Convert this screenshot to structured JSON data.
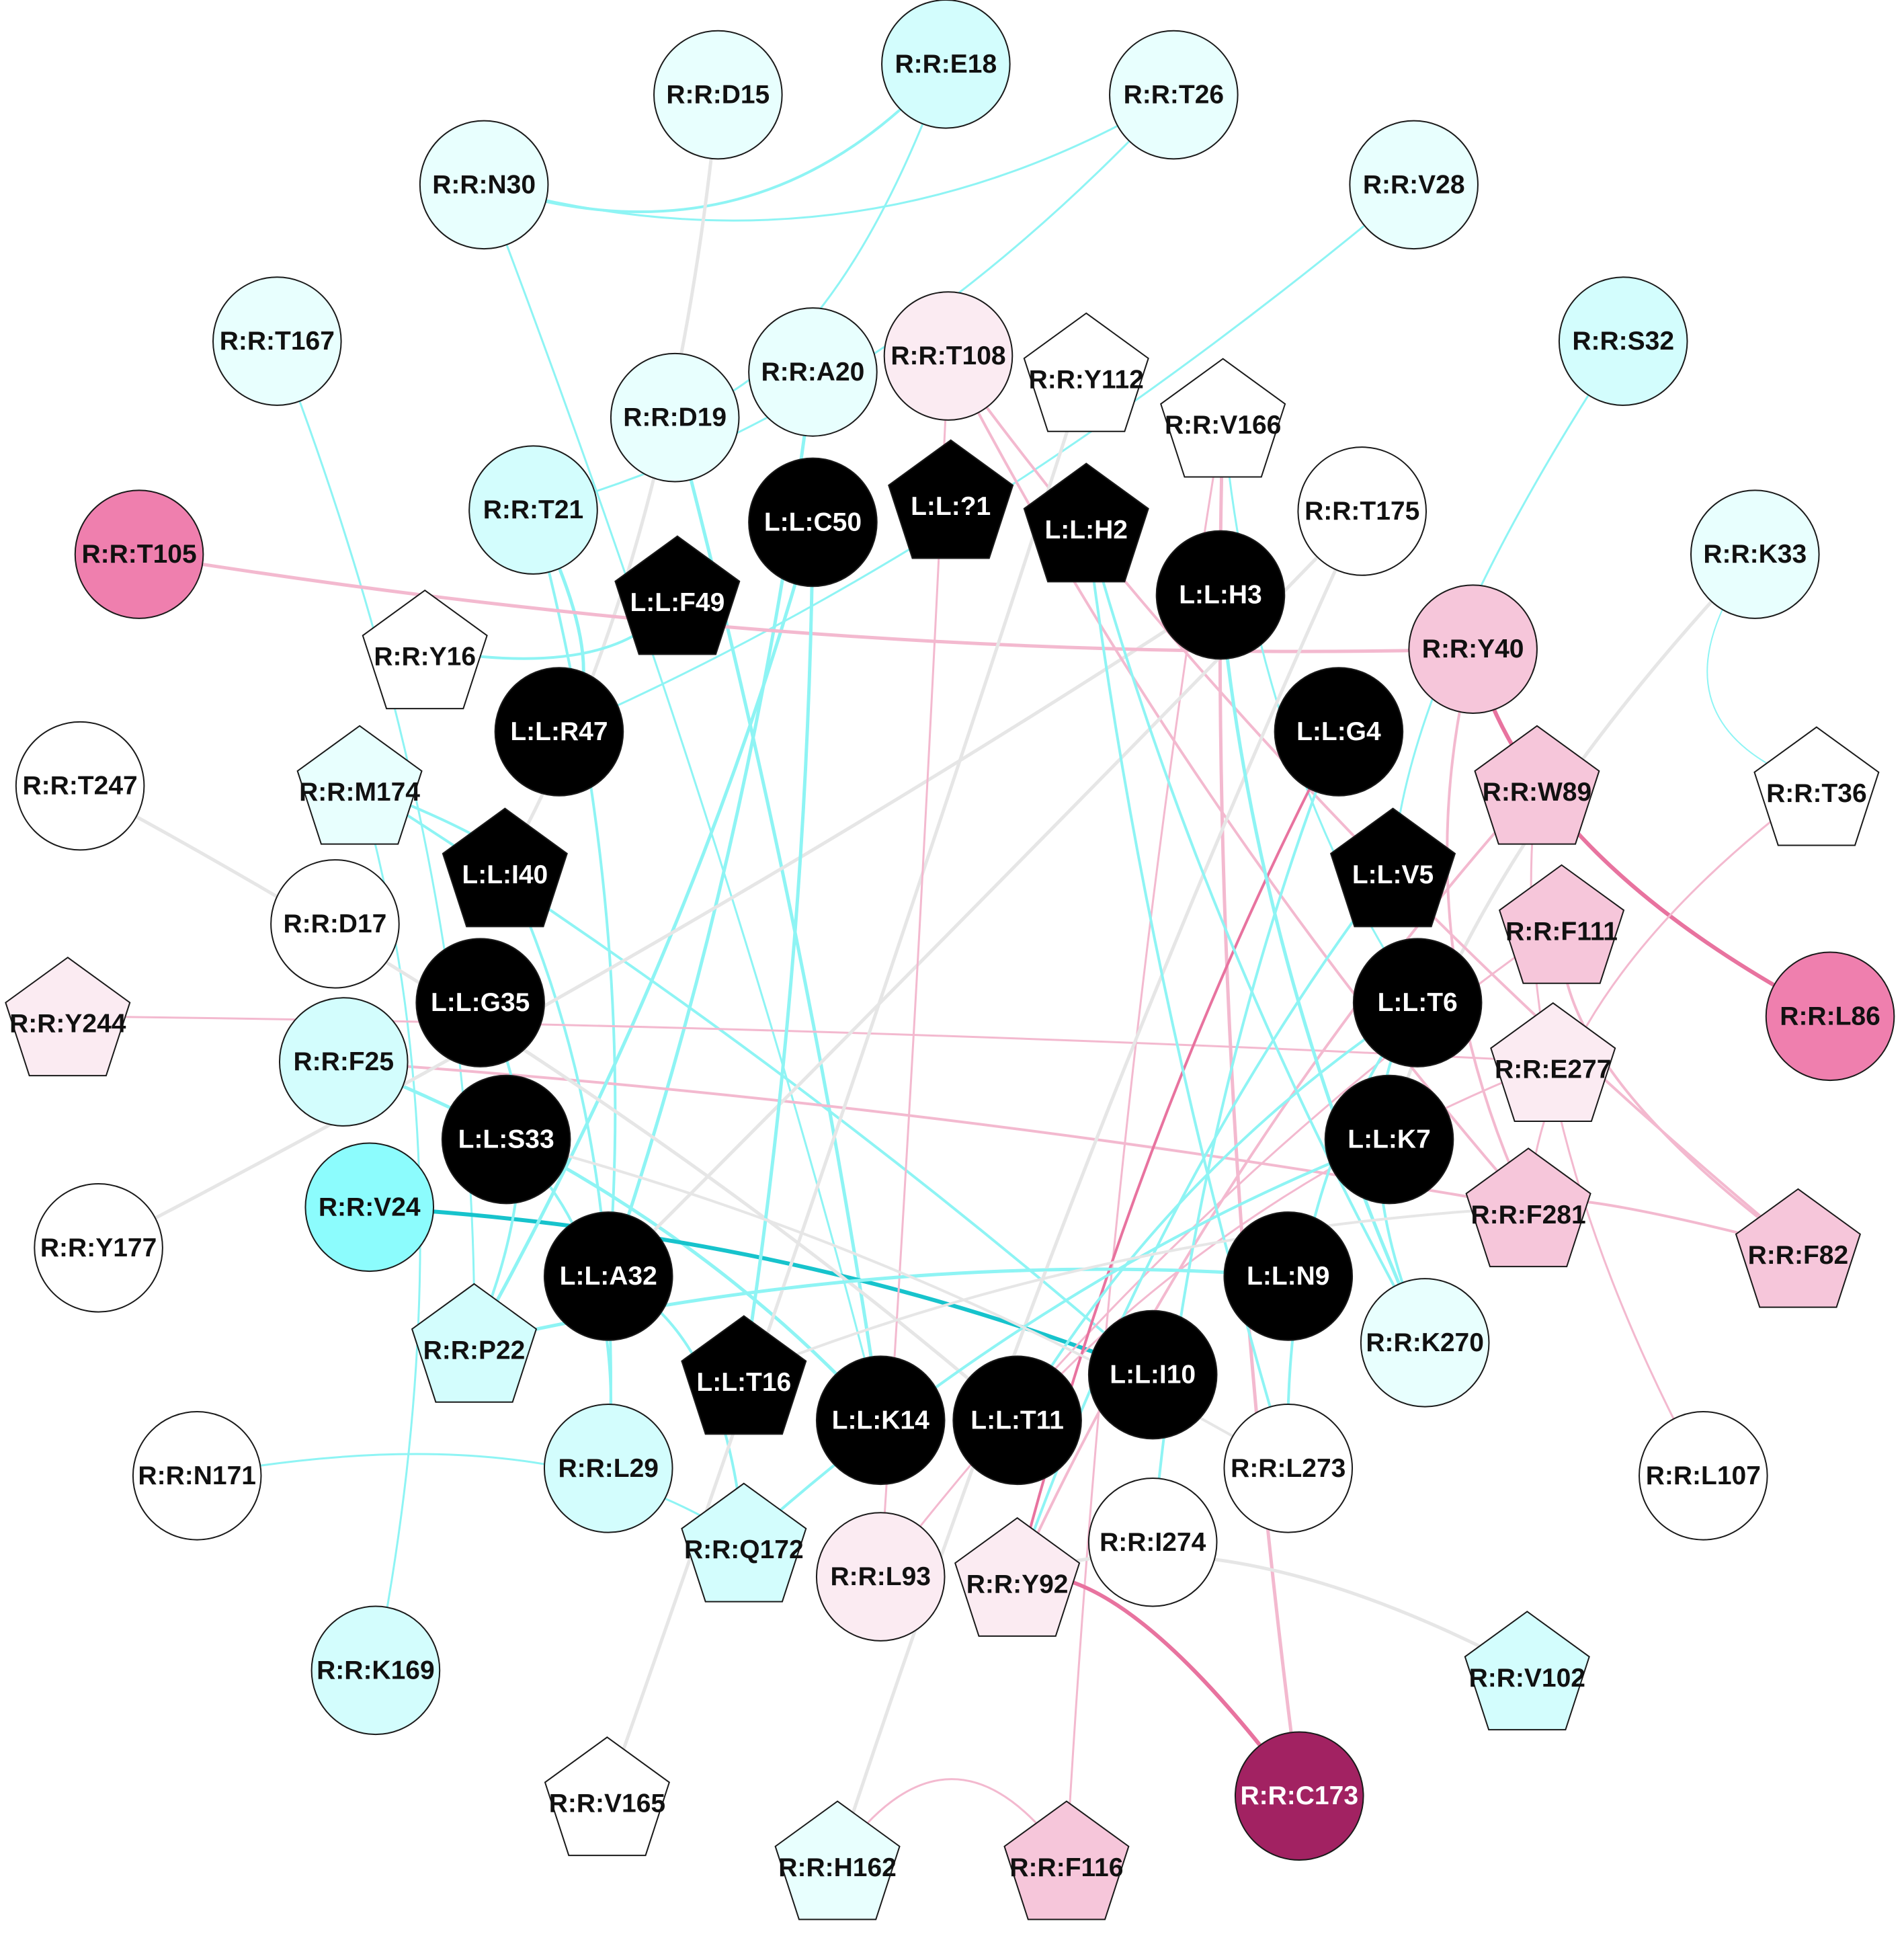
{
  "colors": {
    "ligand": "#000000",
    "ligand_text": "#ffffff",
    "residue_text": "#111111",
    "cyan_pale": "#e8fffe",
    "cyan_light": "#d3fdfd",
    "cyan_mid": "#8cfcfd",
    "pink_pale": "#fbebf2",
    "pink_light": "#f6c6da",
    "pink_mid": "#ef7fae",
    "magenta_dark": "#a22262",
    "edge_cyan": "#8ef4f4",
    "edge_cyan_dark": "#17c3cc",
    "edge_gray": "#e6e6e6",
    "edge_pink": "#f3b9cf",
    "edge_pink_dark": "#e8739f"
  },
  "nodes": [
    {
      "id": "RD15",
      "label": "R:R:D15",
      "shape": "circle",
      "fill": "cyan_pale"
    },
    {
      "id": "RE18",
      "label": "R:R:E18",
      "shape": "circle",
      "fill": "cyan_light"
    },
    {
      "id": "RT26",
      "label": "R:R:T26",
      "shape": "circle",
      "fill": "cyan_pale"
    },
    {
      "id": "RN30",
      "label": "R:R:N30",
      "shape": "circle",
      "fill": "cyan_pale"
    },
    {
      "id": "RV28",
      "label": "R:R:V28",
      "shape": "circle",
      "fill": "cyan_pale"
    },
    {
      "id": "RT167",
      "label": "R:R:T167",
      "shape": "circle",
      "fill": "cyan_pale"
    },
    {
      "id": "RS32",
      "label": "R:R:S32",
      "shape": "circle",
      "fill": "cyan_light"
    },
    {
      "id": "RA20",
      "label": "R:R:A20",
      "shape": "circle",
      "fill": "cyan_pale"
    },
    {
      "id": "RT108",
      "label": "R:R:T108",
      "shape": "circle",
      "fill": "pink_pale"
    },
    {
      "id": "RY112",
      "label": "R:R:Y112",
      "shape": "pentagon",
      "fill": "white"
    },
    {
      "id": "RD19",
      "label": "R:R:D19",
      "shape": "circle",
      "fill": "cyan_pale"
    },
    {
      "id": "RV166",
      "label": "R:R:V166",
      "shape": "pentagon",
      "fill": "white"
    },
    {
      "id": "RT105",
      "label": "R:R:T105",
      "shape": "circle",
      "fill": "pink_mid"
    },
    {
      "id": "RT21",
      "label": "R:R:T21",
      "shape": "circle",
      "fill": "cyan_light"
    },
    {
      "id": "RT175",
      "label": "R:R:T175",
      "shape": "circle",
      "fill": "white"
    },
    {
      "id": "RK33",
      "label": "R:R:K33",
      "shape": "circle",
      "fill": "cyan_pale"
    },
    {
      "id": "RY16",
      "label": "R:R:Y16",
      "shape": "pentagon",
      "fill": "white"
    },
    {
      "id": "RY40",
      "label": "R:R:Y40",
      "shape": "circle",
      "fill": "pink_light"
    },
    {
      "id": "RT247",
      "label": "R:R:T247",
      "shape": "circle",
      "fill": "white"
    },
    {
      "id": "RM174",
      "label": "R:R:M174",
      "shape": "pentagon",
      "fill": "cyan_pale"
    },
    {
      "id": "RW89",
      "label": "R:R:W89",
      "shape": "pentagon",
      "fill": "pink_light"
    },
    {
      "id": "RT36",
      "label": "R:R:T36",
      "shape": "pentagon",
      "fill": "white"
    },
    {
      "id": "RD17",
      "label": "R:R:D17",
      "shape": "circle",
      "fill": "white"
    },
    {
      "id": "RF111",
      "label": "R:R:F111",
      "shape": "pentagon",
      "fill": "pink_light"
    },
    {
      "id": "RY244",
      "label": "R:R:Y244",
      "shape": "pentagon",
      "fill": "pink_pale"
    },
    {
      "id": "RL86",
      "label": "R:R:L86",
      "shape": "circle",
      "fill": "pink_mid"
    },
    {
      "id": "RF25",
      "label": "R:R:F25",
      "shape": "circle",
      "fill": "cyan_light"
    },
    {
      "id": "RE277",
      "label": "R:R:E277",
      "shape": "pentagon",
      "fill": "pink_pale"
    },
    {
      "id": "RV24",
      "label": "R:R:V24",
      "shape": "circle",
      "fill": "cyan_mid"
    },
    {
      "id": "RF281",
      "label": "R:R:F281",
      "shape": "pentagon",
      "fill": "pink_light"
    },
    {
      "id": "RY177",
      "label": "R:R:Y177",
      "shape": "circle",
      "fill": "white"
    },
    {
      "id": "RF82",
      "label": "R:R:F82",
      "shape": "pentagon",
      "fill": "pink_light"
    },
    {
      "id": "RP22",
      "label": "R:R:P22",
      "shape": "pentagon",
      "fill": "cyan_light"
    },
    {
      "id": "RK270",
      "label": "R:R:K270",
      "shape": "circle",
      "fill": "cyan_pale"
    },
    {
      "id": "RN171",
      "label": "R:R:N171",
      "shape": "circle",
      "fill": "white"
    },
    {
      "id": "RL29",
      "label": "R:R:L29",
      "shape": "circle",
      "fill": "cyan_light"
    },
    {
      "id": "RL273",
      "label": "R:R:L273",
      "shape": "circle",
      "fill": "white"
    },
    {
      "id": "RL107",
      "label": "R:R:L107",
      "shape": "circle",
      "fill": "white"
    },
    {
      "id": "RQ172",
      "label": "R:R:Q172",
      "shape": "pentagon",
      "fill": "cyan_light"
    },
    {
      "id": "RI274",
      "label": "R:R:I274",
      "shape": "circle",
      "fill": "white"
    },
    {
      "id": "RL93",
      "label": "R:R:L93",
      "shape": "circle",
      "fill": "pink_pale"
    },
    {
      "id": "RY92",
      "label": "R:R:Y92",
      "shape": "pentagon",
      "fill": "pink_pale"
    },
    {
      "id": "RK169",
      "label": "R:R:K169",
      "shape": "circle",
      "fill": "cyan_light"
    },
    {
      "id": "RV102",
      "label": "R:R:V102",
      "shape": "pentagon",
      "fill": "cyan_light"
    },
    {
      "id": "RV165",
      "label": "R:R:V165",
      "shape": "pentagon",
      "fill": "white"
    },
    {
      "id": "RC173",
      "label": "R:R:C173",
      "shape": "circle",
      "fill": "magenta_dark"
    },
    {
      "id": "RH162",
      "label": "R:R:H162",
      "shape": "pentagon",
      "fill": "cyan_pale"
    },
    {
      "id": "RF116",
      "label": "R:R:F116",
      "shape": "pentagon",
      "fill": "pink_light"
    },
    {
      "id": "LC50",
      "label": "L:L:C50",
      "shape": "circle",
      "fill": "ligand"
    },
    {
      "id": "L1",
      "label": "L:L:?1",
      "shape": "pentagon",
      "fill": "ligand"
    },
    {
      "id": "LH2",
      "label": "L:L:H2",
      "shape": "pentagon",
      "fill": "ligand"
    },
    {
      "id": "LF49",
      "label": "L:L:F49",
      "shape": "pentagon",
      "fill": "ligand"
    },
    {
      "id": "LH3",
      "label": "L:L:H3",
      "shape": "circle",
      "fill": "ligand"
    },
    {
      "id": "LR47",
      "label": "L:L:R47",
      "shape": "circle",
      "fill": "ligand"
    },
    {
      "id": "LG4",
      "label": "L:L:G4",
      "shape": "circle",
      "fill": "ligand"
    },
    {
      "id": "LI40",
      "label": "L:L:I40",
      "shape": "pentagon",
      "fill": "ligand"
    },
    {
      "id": "LV5",
      "label": "L:L:V5",
      "shape": "pentagon",
      "fill": "ligand"
    },
    {
      "id": "LG35",
      "label": "L:L:G35",
      "shape": "circle",
      "fill": "ligand"
    },
    {
      "id": "LT6",
      "label": "L:L:T6",
      "shape": "circle",
      "fill": "ligand"
    },
    {
      "id": "LS33",
      "label": "L:L:S33",
      "shape": "circle",
      "fill": "ligand"
    },
    {
      "id": "LK7",
      "label": "L:L:K7",
      "shape": "circle",
      "fill": "ligand"
    },
    {
      "id": "LA32",
      "label": "L:L:A32",
      "shape": "circle",
      "fill": "ligand"
    },
    {
      "id": "LN9",
      "label": "L:L:N9",
      "shape": "circle",
      "fill": "ligand"
    },
    {
      "id": "LT16",
      "label": "L:L:T16",
      "shape": "pentagon",
      "fill": "ligand"
    },
    {
      "id": "LI10",
      "label": "L:L:I10",
      "shape": "circle",
      "fill": "ligand"
    },
    {
      "id": "LK14",
      "label": "L:L:K14",
      "shape": "circle",
      "fill": "ligand"
    },
    {
      "id": "LT11",
      "label": "L:L:T11",
      "shape": "circle",
      "fill": "ligand"
    }
  ],
  "edges": [
    {
      "a": "RN30",
      "b": "RE18",
      "color": "edge_cyan",
      "w": 4
    },
    {
      "a": "RN30",
      "b": "RT26",
      "color": "edge_cyan",
      "w": 3
    },
    {
      "a": "RD15",
      "b": "LI40",
      "color": "edge_gray",
      "w": 5
    },
    {
      "a": "RT26",
      "b": "RT21",
      "color": "edge_cyan",
      "w": 3
    },
    {
      "a": "RV28",
      "b": "LR47",
      "color": "edge_cyan",
      "w": 3
    },
    {
      "a": "RN30",
      "b": "LK14",
      "color": "edge_cyan",
      "w": 3
    },
    {
      "a": "RE18",
      "b": "RD19",
      "color": "edge_cyan",
      "w": 3
    },
    {
      "a": "RT167",
      "b": "RP22",
      "color": "edge_cyan",
      "w": 3
    },
    {
      "a": "RS32",
      "b": "LV5",
      "color": "edge_cyan",
      "w": 3
    },
    {
      "a": "RK33",
      "b": "LK7",
      "color": "edge_gray",
      "w": 5
    },
    {
      "a": "RT36",
      "b": "RK33",
      "color": "edge_cyan",
      "w": 2
    },
    {
      "a": "RA20",
      "b": "LA32",
      "color": "edge_cyan",
      "w": 5
    },
    {
      "a": "RD19",
      "b": "LK14",
      "color": "edge_cyan",
      "w": 5
    },
    {
      "a": "RT21",
      "b": "LR47",
      "color": "edge_cyan",
      "w": 5
    },
    {
      "a": "RT21",
      "b": "LA32",
      "color": "edge_cyan",
      "w": 4
    },
    {
      "a": "RY16",
      "b": "LF49",
      "color": "edge_cyan",
      "w": 4
    },
    {
      "a": "RM174",
      "b": "LI40",
      "color": "edge_cyan",
      "w": 4
    },
    {
      "a": "RM174",
      "b": "LI10",
      "color": "edge_cyan",
      "w": 4
    },
    {
      "a": "RF25",
      "b": "LK14",
      "color": "edge_cyan",
      "w": 5
    },
    {
      "a": "RF25",
      "b": "RF281",
      "color": "edge_pink",
      "w": 4
    },
    {
      "a": "RV24",
      "b": "LI10",
      "color": "edge_cyan_dark",
      "w": 6
    },
    {
      "a": "RP22",
      "b": "LN9",
      "color": "edge_cyan",
      "w": 5
    },
    {
      "a": "RP22",
      "b": "LC50",
      "color": "edge_cyan",
      "w": 5
    },
    {
      "a": "RP22",
      "b": "LG35",
      "color": "edge_cyan",
      "w": 4
    },
    {
      "a": "RL29",
      "b": "LS33",
      "color": "edge_cyan",
      "w": 4
    },
    {
      "a": "RL29",
      "b": "LI40",
      "color": "edge_cyan",
      "w": 4
    },
    {
      "a": "RQ172",
      "b": "LK7",
      "color": "edge_cyan",
      "w": 4
    },
    {
      "a": "RQ172",
      "b": "LA32",
      "color": "edge_cyan",
      "w": 4
    },
    {
      "a": "RN171",
      "b": "RQ172",
      "color": "edge_cyan",
      "w": 3
    },
    {
      "a": "RK169",
      "b": "RM174",
      "color": "edge_cyan",
      "w": 3
    },
    {
      "a": "RY177",
      "b": "LH3",
      "color": "edge_gray",
      "w": 5
    },
    {
      "a": "RT247",
      "b": "LT11",
      "color": "edge_gray",
      "w": 5
    },
    {
      "a": "RY244",
      "b": "RE277",
      "color": "edge_pink",
      "w": 3
    },
    {
      "a": "RT105",
      "b": "RY40",
      "color": "edge_pink",
      "w": 5
    },
    {
      "a": "RY40",
      "b": "RL86",
      "color": "edge_pink_dark",
      "w": 6
    },
    {
      "a": "RY40",
      "b": "RF281",
      "color": "edge_pink",
      "w": 4
    },
    {
      "a": "RT108",
      "b": "RF82",
      "color": "edge_pink",
      "w": 4
    },
    {
      "a": "RT108",
      "b": "RF281",
      "color": "edge_pink",
      "w": 4
    },
    {
      "a": "RV166",
      "b": "RC173",
      "color": "edge_pink",
      "w": 5
    },
    {
      "a": "RV166",
      "b": "RF116",
      "color": "edge_pink",
      "w": 3
    },
    {
      "a": "RV166",
      "b": "LT6",
      "color": "edge_cyan",
      "w": 3
    },
    {
      "a": "RY112",
      "b": "RV165",
      "color": "edge_gray",
      "w": 5
    },
    {
      "a": "RT175",
      "b": "LA32",
      "color": "edge_gray",
      "w": 5
    },
    {
      "a": "RT175",
      "b": "RH162",
      "color": "edge_gray",
      "w": 5
    },
    {
      "a": "RW89",
      "b": "RY92",
      "color": "edge_pink",
      "w": 4
    },
    {
      "a": "RW89",
      "b": "RL107",
      "color": "edge_pink",
      "w": 3
    },
    {
      "a": "RF111",
      "b": "RF82",
      "color": "edge_pink",
      "w": 4
    },
    {
      "a": "RF111",
      "b": "RL93",
      "color": "edge_pink",
      "w": 3
    },
    {
      "a": "RE277",
      "b": "LT11",
      "color": "edge_pink",
      "w": 3
    },
    {
      "a": "RF281",
      "b": "RF82",
      "color": "edge_pink",
      "w": 4
    },
    {
      "a": "RT36",
      "b": "RF281",
      "color": "edge_pink",
      "w": 3
    },
    {
      "a": "RY92",
      "b": "RC173",
      "color": "edge_pink_dark",
      "w": 6
    },
    {
      "a": "RY92",
      "b": "RV102",
      "color": "edge_gray",
      "w": 5
    },
    {
      "a": "RY92",
      "b": "LG4",
      "color": "edge_pink_dark",
      "w": 4
    },
    {
      "a": "RL93",
      "b": "RT108",
      "color": "edge_pink",
      "w": 3
    },
    {
      "a": "RH162",
      "b": "RF116",
      "color": "edge_pink",
      "w": 3
    },
    {
      "a": "LH3",
      "b": "RK270",
      "color": "edge_cyan",
      "w": 5
    },
    {
      "a": "LH2",
      "b": "RL273",
      "color": "edge_cyan",
      "w": 4
    },
    {
      "a": "LH2",
      "b": "RK270",
      "color": "edge_cyan",
      "w": 4
    },
    {
      "a": "LG4",
      "b": "RI274",
      "color": "edge_cyan",
      "w": 4
    },
    {
      "a": "LV5",
      "b": "RY92",
      "color": "edge_cyan",
      "w": 4
    },
    {
      "a": "LT6",
      "b": "RK270",
      "color": "edge_cyan",
      "w": 4
    },
    {
      "a": "LT6",
      "b": "LT11",
      "color": "edge_cyan",
      "w": 4
    },
    {
      "a": "LT6",
      "b": "RL273",
      "color": "edge_cyan",
      "w": 4
    },
    {
      "a": "LK7",
      "b": "RQ172",
      "color": "edge_cyan",
      "w": 4
    },
    {
      "a": "LN9",
      "b": "RP22",
      "color": "edge_cyan",
      "w": 4
    },
    {
      "a": "LT16",
      "b": "LC50",
      "color": "edge_cyan",
      "w": 5
    },
    {
      "a": "LS33",
      "b": "RL273",
      "color": "edge_gray",
      "w": 4
    },
    {
      "a": "LT16",
      "b": "RF281",
      "color": "edge_gray",
      "w": 4
    }
  ]
}
